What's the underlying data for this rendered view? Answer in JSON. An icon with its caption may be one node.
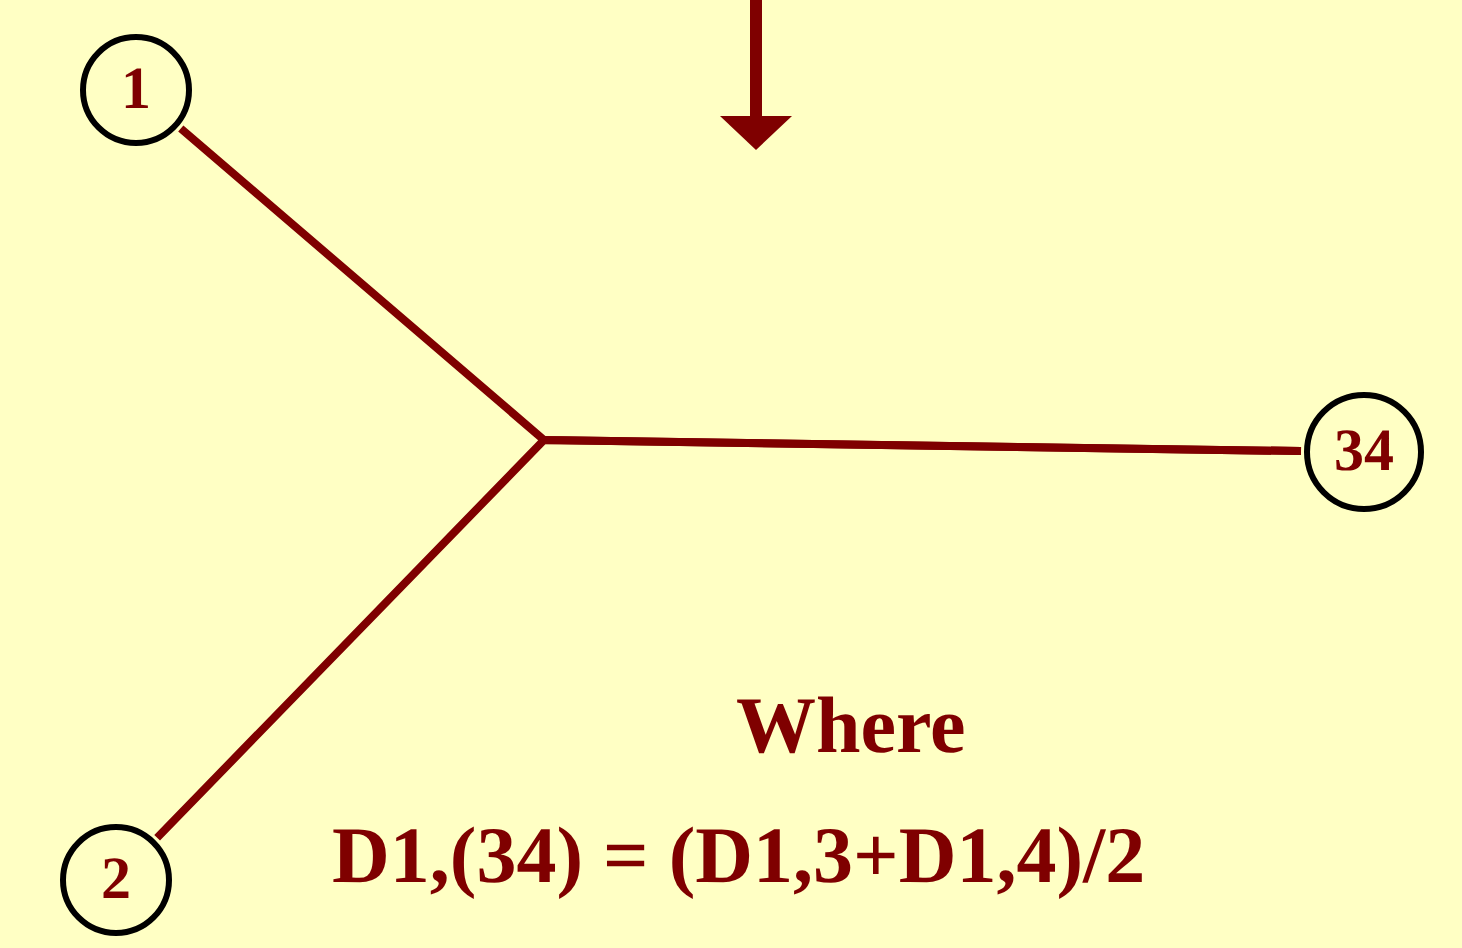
{
  "diagram": {
    "nodes": [
      {
        "text": [
          "1"
        ]
      },
      {
        "text": [
          "2"
        ]
      },
      {
        "text": [
          "34"
        ]
      }
    ],
    "edges": [
      {
        "from": 0,
        "to": 2,
        "arrow": "none"
      },
      {
        "from": 1,
        "to": 2,
        "arrow": "none"
      }
    ],
    "labels": [
      "Where",
      "D1,(34) = (D1,3+D1,4)/2"
    ]
  }
}
